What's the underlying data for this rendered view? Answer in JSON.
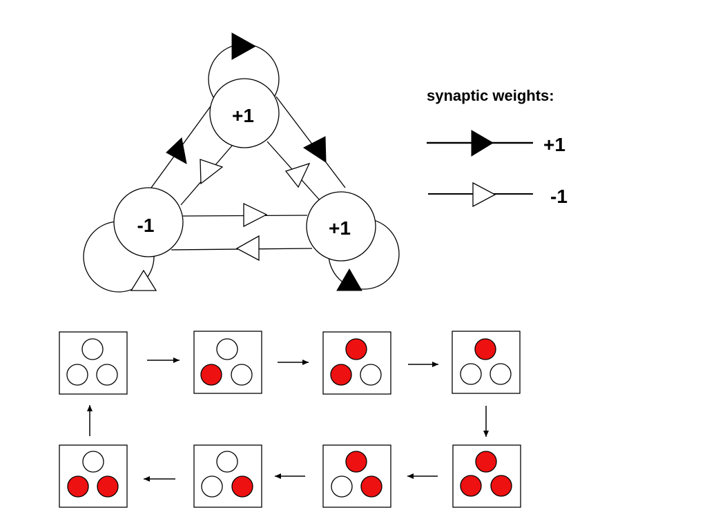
{
  "network": {
    "nodes": [
      {
        "id": "top",
        "label": "+1"
      },
      {
        "id": "left",
        "label": "-1"
      },
      {
        "id": "right",
        "label": "+1"
      }
    ],
    "connections": [
      {
        "from": "top",
        "to": "top",
        "weight": "+1"
      },
      {
        "from": "left",
        "to": "left",
        "weight": "-1"
      },
      {
        "from": "right",
        "to": "right",
        "weight": "+1"
      },
      {
        "from": "left",
        "to": "top",
        "weight": "+1"
      },
      {
        "from": "top",
        "to": "left",
        "weight": "-1"
      },
      {
        "from": "top",
        "to": "right",
        "weight": "+1"
      },
      {
        "from": "top",
        "to": "right",
        "weight": "-1"
      },
      {
        "from": "left",
        "to": "right",
        "weight": "-1"
      },
      {
        "from": "right",
        "to": "left",
        "weight": "-1"
      }
    ]
  },
  "legend": {
    "title": "synaptic weights:",
    "items": [
      {
        "weight": "+1",
        "arrow": "filled-triangle",
        "label": "+1"
      },
      {
        "weight": "-1",
        "arrow": "open-triangle",
        "label": "-1"
      }
    ]
  },
  "state_cycle": {
    "neuron_order": [
      "top",
      "left",
      "right"
    ],
    "colors": {
      "active": "#ee1111",
      "inactive": "#ffffff"
    },
    "states": [
      {
        "active": [
          false,
          false,
          false
        ]
      },
      {
        "active": [
          false,
          true,
          false
        ]
      },
      {
        "active": [
          true,
          true,
          false
        ]
      },
      {
        "active": [
          true,
          false,
          false
        ]
      },
      {
        "active": [
          true,
          true,
          true
        ]
      },
      {
        "active": [
          true,
          false,
          true
        ]
      },
      {
        "active": [
          false,
          false,
          true
        ]
      },
      {
        "active": [
          false,
          true,
          true
        ]
      }
    ]
  }
}
